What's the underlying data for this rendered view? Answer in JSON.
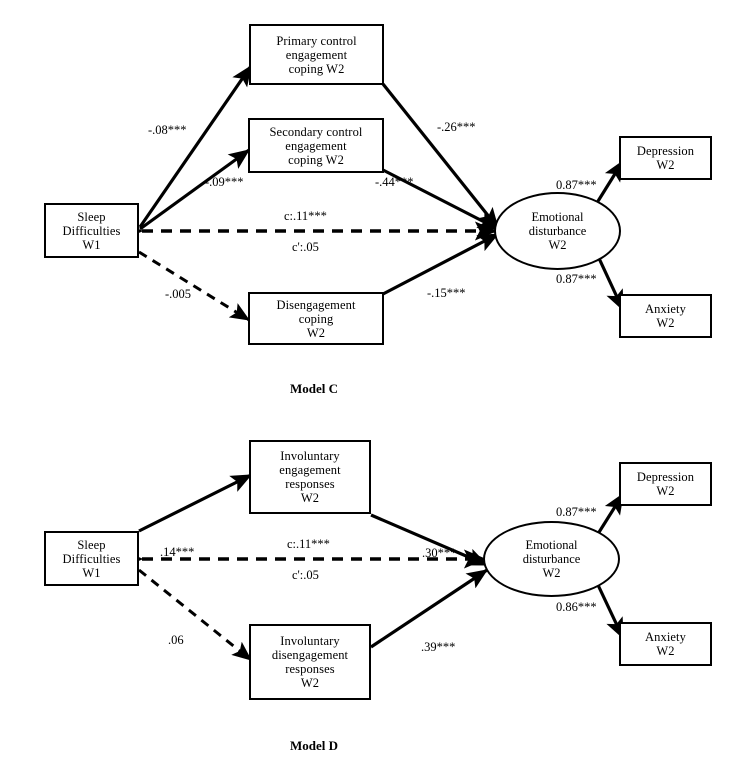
{
  "figure": {
    "type": "path-diagram",
    "background_color": "#ffffff",
    "stroke_color": "#000000",
    "models": [
      {
        "id": "model-c",
        "caption": "Model C",
        "nodes": [
          {
            "id": "sleep-c",
            "shape": "rect",
            "lines": [
              "Sleep",
              "Difficulties",
              "W1"
            ]
          },
          {
            "id": "primary-control-c",
            "shape": "rect",
            "lines": [
              "Primary control",
              "engagement",
              "coping W2"
            ]
          },
          {
            "id": "secondary-control-c",
            "shape": "rect",
            "lines": [
              "Secondary control",
              "engagement",
              "coping W2"
            ]
          },
          {
            "id": "disengagement-c",
            "shape": "rect",
            "lines": [
              "Disengagement",
              "coping",
              "W2"
            ]
          },
          {
            "id": "emotional-c",
            "shape": "ellipse",
            "lines": [
              "Emotional",
              "disturbance",
              "W2"
            ]
          },
          {
            "id": "depression-c",
            "shape": "rect",
            "lines": [
              "Depression",
              "W2"
            ]
          },
          {
            "id": "anxiety-c",
            "shape": "rect",
            "lines": [
              "Anxiety",
              "W2"
            ]
          }
        ],
        "paths": [
          {
            "id": "c-sleep-primary",
            "from": "sleep-c",
            "to": "primary-control-c",
            "label": "-.08***",
            "style": "solid"
          },
          {
            "id": "c-sleep-secondary",
            "from": "sleep-c",
            "to": "secondary-control-c",
            "label": "-.09***",
            "style": "solid"
          },
          {
            "id": "c-sleep-disengagement",
            "from": "sleep-c",
            "to": "disengagement-c",
            "label": "-.005",
            "style": "dashed"
          },
          {
            "id": "c-primary-emotional",
            "from": "primary-control-c",
            "to": "emotional-c",
            "label": "-.26***",
            "style": "solid"
          },
          {
            "id": "c-secondary-emotional",
            "from": "secondary-control-c",
            "to": "emotional-c",
            "label": "-.44***",
            "style": "solid"
          },
          {
            "id": "c-disengagement-emotional",
            "from": "disengagement-c",
            "to": "emotional-c",
            "label": "-.15***",
            "style": "solid"
          },
          {
            "id": "c-direct-total",
            "from": "sleep-c",
            "to": "emotional-c",
            "label": "c:.11***",
            "style": "dashed"
          },
          {
            "id": "c-direct-residual",
            "from": "sleep-c",
            "to": "emotional-c",
            "label": "c':.05",
            "style": "dashed"
          },
          {
            "id": "c-emotional-depression",
            "from": "emotional-c",
            "to": "depression-c",
            "label": "0.87***",
            "style": "solid"
          },
          {
            "id": "c-emotional-anxiety",
            "from": "emotional-c",
            "to": "anxiety-c",
            "label": "0.87***",
            "style": "solid"
          }
        ]
      },
      {
        "id": "model-d",
        "caption": "Model D",
        "nodes": [
          {
            "id": "sleep-d",
            "shape": "rect",
            "lines": [
              "Sleep",
              "Difficulties",
              "W1"
            ]
          },
          {
            "id": "invol-engagement-d",
            "shape": "rect",
            "lines": [
              "Involuntary",
              "engagement",
              "responses",
              "W2"
            ]
          },
          {
            "id": "invol-disengagement-d",
            "shape": "rect",
            "lines": [
              "Involuntary",
              "disengagement",
              "responses",
              "W2"
            ]
          },
          {
            "id": "emotional-d",
            "shape": "ellipse",
            "lines": [
              "Emotional",
              "disturbance",
              "W2"
            ]
          },
          {
            "id": "depression-d",
            "shape": "rect",
            "lines": [
              "Depression",
              "W2"
            ]
          },
          {
            "id": "anxiety-d",
            "shape": "rect",
            "lines": [
              "Anxiety",
              "W2"
            ]
          }
        ],
        "paths": [
          {
            "id": "d-sleep-engagement",
            "from": "sleep-d",
            "to": "invol-engagement-d",
            "label": ".14***",
            "style": "solid"
          },
          {
            "id": "d-sleep-disengagement",
            "from": "sleep-d",
            "to": "invol-disengagement-d",
            "label": ".06",
            "style": "dashed"
          },
          {
            "id": "d-engagement-emotional",
            "from": "invol-engagement-d",
            "to": "emotional-d",
            "label": ".30***",
            "style": "solid"
          },
          {
            "id": "d-disengagement-emotional",
            "from": "invol-disengagement-d",
            "to": "emotional-d",
            "label": ".39***",
            "style": "solid"
          },
          {
            "id": "d-direct-total",
            "from": "sleep-d",
            "to": "emotional-d",
            "label": "c:.11***",
            "style": "dashed"
          },
          {
            "id": "d-direct-residual",
            "from": "sleep-d",
            "to": "emotional-d",
            "label": "c':.05",
            "style": "dashed"
          },
          {
            "id": "d-emotional-depression",
            "from": "emotional-d",
            "to": "depression-d",
            "label": "0.87***",
            "style": "solid"
          },
          {
            "id": "d-emotional-anxiety",
            "from": "emotional-d",
            "to": "anxiety-d",
            "label": "0.86***",
            "style": "solid"
          }
        ]
      }
    ]
  }
}
